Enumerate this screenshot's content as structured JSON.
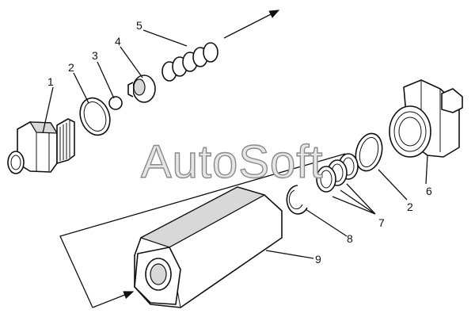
{
  "watermark": "AutoSoft",
  "callouts": {
    "c1": "1",
    "c2a": "2",
    "c3": "3",
    "c4": "4",
    "c5": "5",
    "c6": "6",
    "c2b": "2",
    "c7": "7",
    "c8": "8",
    "c9": "9"
  }
}
